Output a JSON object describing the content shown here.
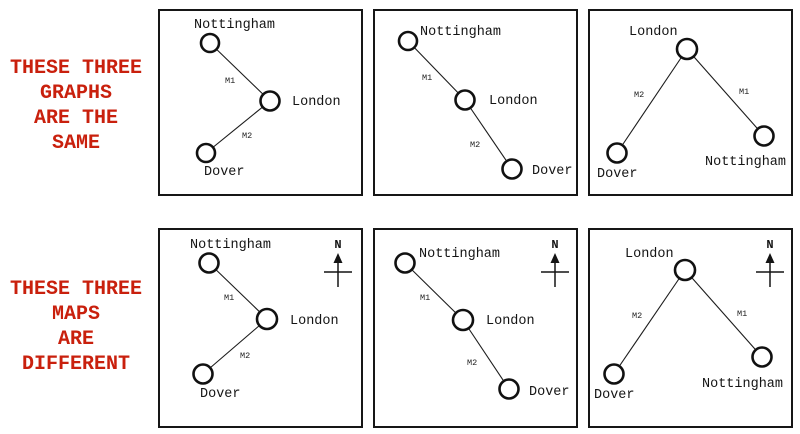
{
  "colors": {
    "accent_red": "#c9200d",
    "ink": "#141414"
  },
  "captions": {
    "graphs": {
      "line1": "THESE THREE",
      "line2": "GRAPHS",
      "line3": "ARE THE",
      "line4": "SAME"
    },
    "maps": {
      "line1": "THESE THREE",
      "line2": "MAPS",
      "line3": "ARE",
      "line4": "DIFFERENT"
    }
  },
  "compass": {
    "label": "N"
  },
  "panels": [
    {
      "name": "graph-1",
      "nodes": {
        "nottingham": "Nottingham",
        "london": "London",
        "dover": "Dover"
      },
      "edges": {
        "m1": "M1",
        "m2": "M2"
      },
      "has_compass": false
    },
    {
      "name": "graph-2",
      "nodes": {
        "nottingham": "Nottingham",
        "london": "London",
        "dover": "Dover"
      },
      "edges": {
        "m1": "M1",
        "m2": "M2"
      },
      "has_compass": false
    },
    {
      "name": "graph-3",
      "nodes": {
        "nottingham": "Nottingham",
        "london": "London",
        "dover": "Dover"
      },
      "edges": {
        "m1": "M1",
        "m2": "M2"
      },
      "has_compass": false
    },
    {
      "name": "map-1",
      "nodes": {
        "nottingham": "Nottingham",
        "london": "London",
        "dover": "Dover"
      },
      "edges": {
        "m1": "M1",
        "m2": "M2"
      },
      "has_compass": true
    },
    {
      "name": "map-2",
      "nodes": {
        "nottingham": "Nottingham",
        "london": "London",
        "dover": "Dover"
      },
      "edges": {
        "m1": "M1",
        "m2": "M2"
      },
      "has_compass": true
    },
    {
      "name": "map-3",
      "nodes": {
        "nottingham": "Nottingham",
        "london": "London",
        "dover": "Dover"
      },
      "edges": {
        "m1": "M1",
        "m2": "M2"
      },
      "has_compass": true
    }
  ]
}
